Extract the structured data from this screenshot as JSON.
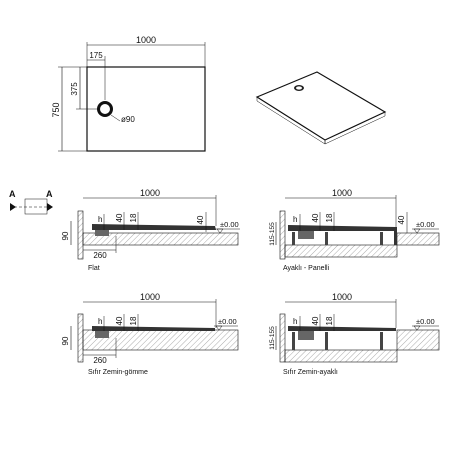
{
  "top_view": {
    "width_label": "1000",
    "height_label": "750",
    "drain_offset_x": "175",
    "drain_offset_y": "375",
    "drain_diameter": "ø90"
  },
  "legend": {
    "marker_left": "A",
    "marker_right": "A"
  },
  "sections": [
    {
      "caption": "Flat",
      "length": "1000",
      "drain_dist": "260",
      "height": "90",
      "h_label": "h",
      "d40a": "40",
      "d18": "18",
      "d40b": "40",
      "level": "±0.00"
    },
    {
      "caption": "Ayaklı - Panelli",
      "length": "1000",
      "height_range": "115-155",
      "h_label": "h",
      "d40a": "40",
      "d18": "18",
      "d40b": "40",
      "level": "±0.00"
    },
    {
      "caption": "Sıfır Zemin-gömme",
      "length": "1000",
      "drain_dist": "260",
      "height": "90",
      "h_label": "h",
      "d40a": "40",
      "d18": "18",
      "level": "±0.00"
    },
    {
      "caption": "Sıfır Zemin-ayaklı",
      "length": "1000",
      "height_range": "115-155",
      "h_label": "h",
      "d40a": "40",
      "d18": "18",
      "level": "±0.00"
    }
  ]
}
